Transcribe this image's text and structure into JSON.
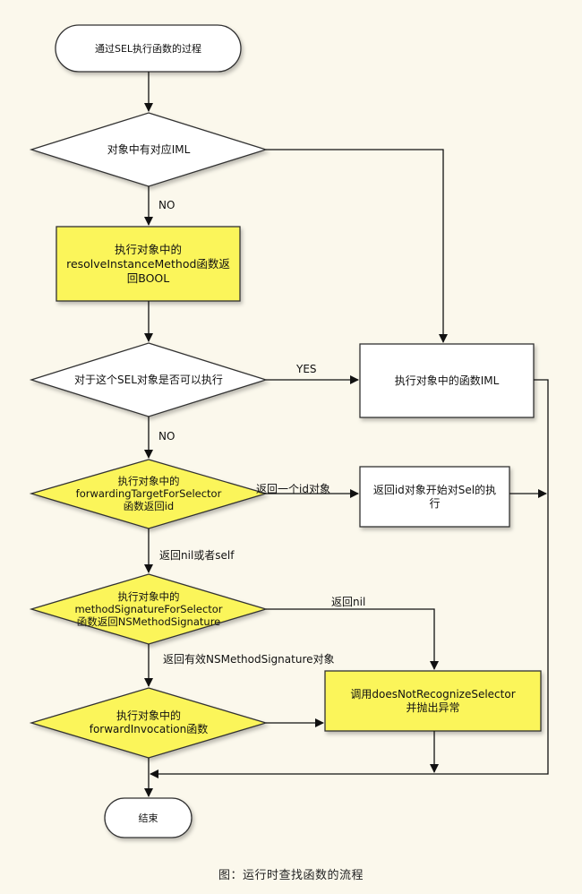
{
  "nodes": {
    "start": "通过SEL执行函数的过程",
    "decision_iml": "对象中有对应IML",
    "resolve": "执行对象中的\nresolveInstanceMethod函数返\n回BOOL",
    "decision_sel": "对于这个SEL对象是否可以执行",
    "exec_iml": "执行对象中的函数IML",
    "forwarding_target": "执行对象中的\nforwardingTargetForSelector\n函数返回id",
    "return_id_exec": "返回id对象开始对Sel的执\n行",
    "method_signature": "执行对象中的\nmethodSignatureForSelector\n函数返回NSMethodSignature",
    "does_not_recognize": "调用doesNotRecognizeSelector\n并抛出异常",
    "forward_invocation": "执行对象中的\nforwardInvocation函数",
    "end": "结束"
  },
  "edges": {
    "no_1": "NO",
    "yes": "YES",
    "no_2": "NO",
    "return_id": "返回一个id对象",
    "return_nil_or_self": "返回nil或者self",
    "return_nil": "返回nil",
    "return_valid_sig": "返回有效NSMethodSignature对象"
  },
  "caption": "图：运行时查找函数的流程",
  "colors": {
    "background": "#fbf8ec",
    "highlight": "#fbf55a",
    "box": "#ffffff",
    "stroke": "#333333"
  }
}
